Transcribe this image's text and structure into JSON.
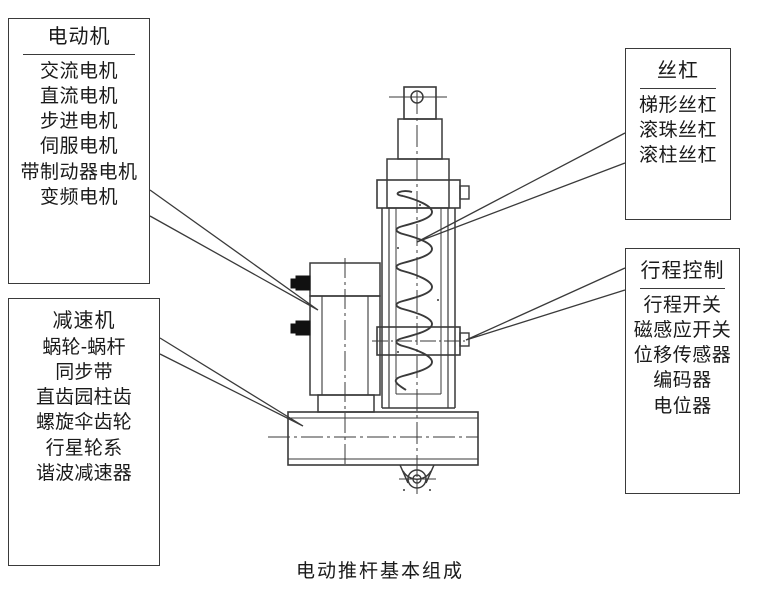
{
  "caption": "电动推杆基本组成",
  "callouts": {
    "motor": {
      "title": "电动机",
      "has_rule": true,
      "items": [
        "交流电机",
        "直流电机",
        "步进电机",
        "伺服电机",
        "带制动器电机",
        "变频电机"
      ]
    },
    "reducer": {
      "title": "减速机",
      "has_rule": false,
      "items": [
        "蜗轮-蜗杆",
        "同步带",
        "直齿园柱齿",
        "螺旋伞齿轮",
        "行星轮系",
        "谐波减速器"
      ]
    },
    "screw": {
      "title": "丝杠",
      "has_rule": true,
      "items": [
        "梯形丝杠",
        "滚珠丝杠",
        "滚柱丝杠"
      ]
    },
    "stroke_control": {
      "title": "行程控制",
      "has_rule": true,
      "items": [
        "行程开关",
        "磁感应开关",
        "位移传感器",
        "编码器",
        "电位器"
      ]
    }
  },
  "drawing": {
    "name": "electric-linear-actuator-cross-section",
    "parts": [
      "rod-eye-end",
      "push-rod",
      "outer-tube",
      "screw-helix",
      "nut-collar",
      "motor-body",
      "motor-connectors",
      "gearbox-housing",
      "base-block",
      "rear-mount-clevis"
    ]
  },
  "colors": {
    "line": "#3a3a3a",
    "text": "#1a1a1a",
    "background": "#ffffff",
    "connector_fill": "#111111"
  }
}
